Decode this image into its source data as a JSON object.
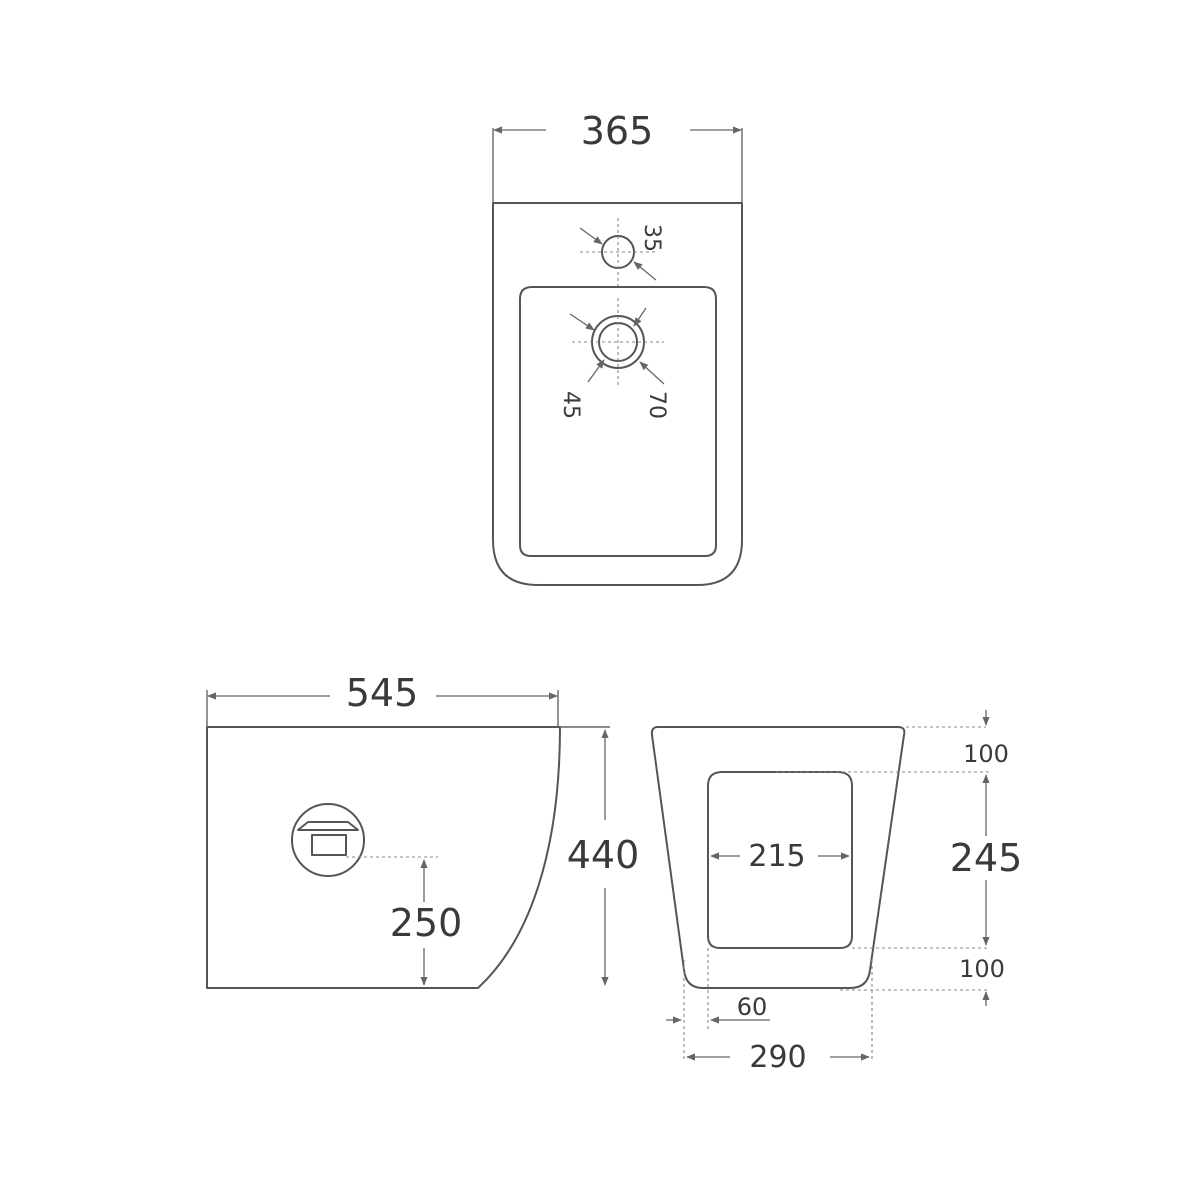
{
  "top_view": {
    "width": "365",
    "tap_hole": "35",
    "waste_outer": "70",
    "waste_inner": "45"
  },
  "side_view": {
    "length": "545",
    "height": "440",
    "inlet_height": "250"
  },
  "back_view": {
    "top_offset": "100",
    "bracket_height": "245",
    "bottom_offset": "100",
    "bracket_width": "215",
    "side_offset": "60",
    "base_width": "290"
  },
  "colors": {
    "line": "#555555",
    "text": "#3a3a3a",
    "background": "#ffffff"
  }
}
